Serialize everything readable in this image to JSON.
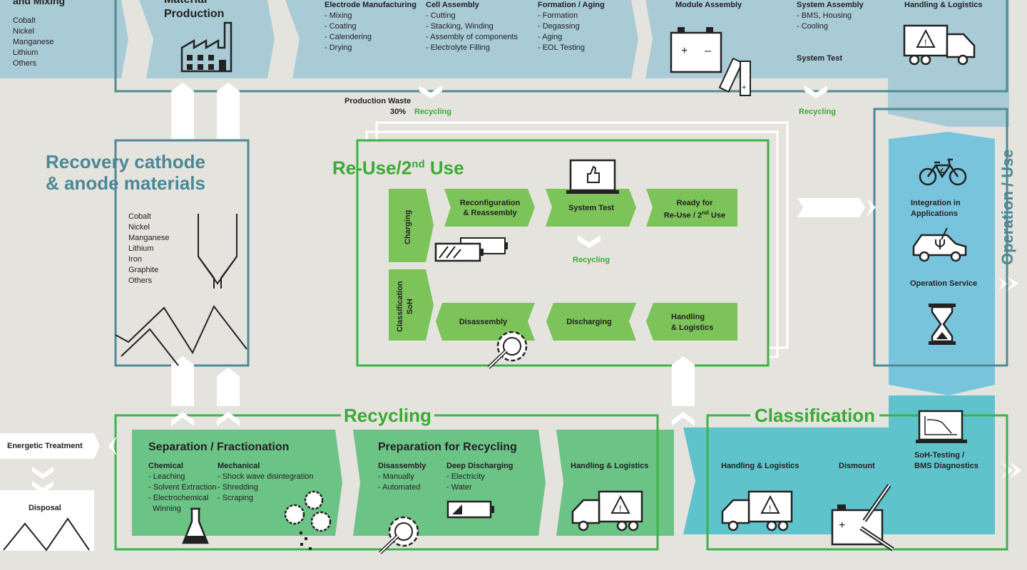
{
  "colors": {
    "background": "#e5e3de",
    "production_blue": "#a9cbd6",
    "operation_blue": "#78c4dd",
    "classification_teal": "#5fc3cb",
    "recycling_green": "#6cc386",
    "reuse_green": "#7cc35a",
    "frame_teal": "#4f8a94",
    "frame_green": "#3cb24a",
    "title_teal": "#4b8896",
    "title_green": "#3aaa35"
  },
  "production": {
    "mixing_title": "and Mixing",
    "mixing_items": [
      "Cobalt",
      "Nickel",
      "Manganese",
      "Lithium",
      "Others"
    ],
    "material_title": "Material\nProduction",
    "electrode_title": "Electrode Manufacturing",
    "electrode_items": [
      "- Mixing",
      "- Coating",
      "- Calendering",
      "- Drying"
    ],
    "cell_title": "Cell Assembly",
    "cell_items": [
      "- Cutting",
      "- Stacking, Winding",
      "- Assembly of components",
      "- Electrolyte Filling"
    ],
    "formation_title": "Formation / Aging",
    "formation_items": [
      "- Formation",
      "- Degassing",
      "- Aging",
      "- EOL Testing"
    ],
    "module_title": "Module Assembly",
    "system_title": "System Assembly",
    "system_items": [
      "- BMS, Housing",
      "- Cooling"
    ],
    "system_test": "System Test",
    "handling_title": "Handling & Logistics",
    "production_waste": "Production Waste",
    "waste_percent": "30%",
    "recycling_label_1": "Recycling",
    "recycling_label_2": "Recycling"
  },
  "recovery": {
    "title": "Recovery cathode\n& anode materials",
    "items": [
      "Cobalt",
      "Nickel",
      "Manganese",
      "Lithium",
      "Iron",
      "Graphite",
      "Others"
    ]
  },
  "reuse": {
    "title_main": "Re-Use/2",
    "title_sup": "nd",
    "title_end": " Use",
    "charging": "Charging",
    "classification_soh": "Classification\nSoH",
    "reconfig": "Reconfiguration\n& Reassembly",
    "system_test": "System Test",
    "ready_1": "Ready for",
    "ready_2": "Re-Use / 2",
    "ready_sup": "nd",
    "ready_3": " Use",
    "recycling": "Recycling",
    "disassembly": "Disassembly",
    "discharging": "Discharging",
    "handling": "Handling\n& Logistics"
  },
  "operation": {
    "title": "Operation / Use",
    "integration": "Integration in\nApplications",
    "service": "Operation Service"
  },
  "recycling": {
    "title": "Recycling",
    "separation_title": "Separation / Fractionation",
    "chemical_title": "Chemical",
    "chemical_items": [
      "- Leaching",
      "- Solvent Extraction",
      "- Electrochemical",
      "  Winning"
    ],
    "mechanical_title": "Mechanical",
    "mechanical_items": [
      "- Shock wave disintegration",
      "- Shredding",
      "- Scraping"
    ],
    "preparation_title": "Preparation for Recycling",
    "disassembly_title": "Disassembly",
    "disassembly_items": [
      "- Manually",
      "- Automated"
    ],
    "deep_title": "Deep Discharging",
    "deep_items": [
      "- Electricity",
      "- Water"
    ],
    "handling_title": "Handling & Logistics",
    "energetic": "Energetic Treatment",
    "disposal": "Disposal"
  },
  "classification": {
    "title": "Classification",
    "handling_title": "Handling & Logistics",
    "dismount_title": "Dismount",
    "soh_title": "SoH-Testing /\nBMS Diagnostics"
  }
}
